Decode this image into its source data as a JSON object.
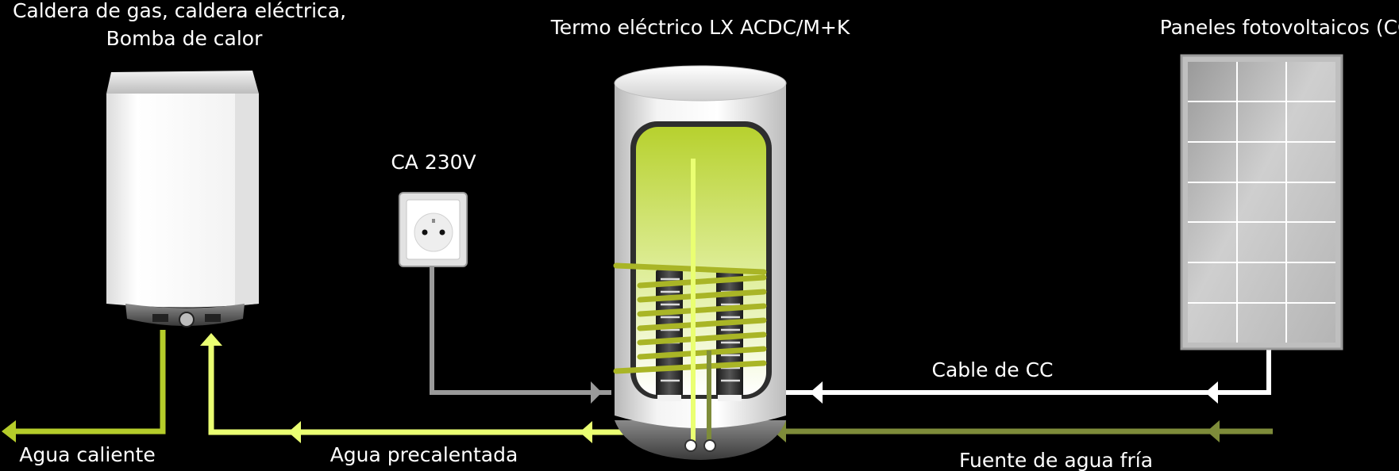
{
  "labels": {
    "boiler_line1": "Caldera de gas, caldera eléctrica,",
    "boiler_line2": "Bomba de calor",
    "water_heater": "Termo eléctrico LX ACDC/M+K",
    "solar_panels": "Paneles fotovoltaicos (CC)",
    "outlet": "CA 230V",
    "dc_cable": "Cable de CC",
    "hot_water": "Agua caliente",
    "preheated_water": "Agua precalentada",
    "cold_water": "Fuente de agua fría"
  },
  "colors": {
    "background": "#000000",
    "hot_water_line": "#b5cc2a",
    "preheated_water_line": "#eaff72",
    "cold_water_line": "#7e8c3a",
    "ac_cable": "#9a9a9a",
    "dc_cable": "#ffffff",
    "tank_fill": "#b7d12e",
    "coil": "#a9b526"
  },
  "icons": {
    "boiler": "gas-boiler-icon",
    "water_heater": "water-heater-tank-icon",
    "outlet": "power-outlet-icon",
    "solar_panel": "solar-panel-icon"
  }
}
